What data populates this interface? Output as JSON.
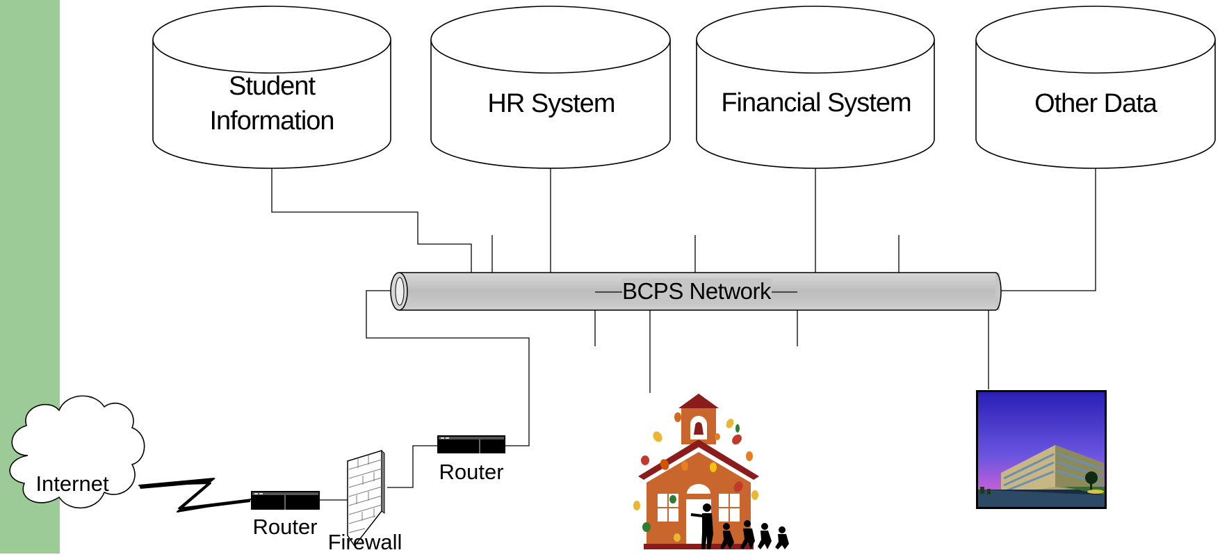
{
  "colors": {
    "left_bar": "#9ccb97",
    "network_pipe": "#c6c6c6",
    "schoolhouse": "#c8662e",
    "building_sky": "#4b3cc8"
  },
  "databases": {
    "student_information": {
      "line1": "Student",
      "line2": "Information"
    },
    "hr_system": {
      "label": "HR System"
    },
    "financial_system": {
      "label": "Financial System"
    },
    "other_data": {
      "label": "Other Data"
    }
  },
  "network": {
    "label": "BCPS Network"
  },
  "internet": {
    "label": "Internet"
  },
  "devices": {
    "router_upper": {
      "label": "Router"
    },
    "router_lower": {
      "label": "Router"
    },
    "firewall": {
      "label": "Firewall"
    }
  },
  "icons": {
    "school": "schoolhouse-icon",
    "office": "office-building-icon",
    "cloud": "cloud-icon",
    "link": "lightning-bolt-icon",
    "router": "router-icon",
    "firewall": "brick-wall-icon"
  }
}
